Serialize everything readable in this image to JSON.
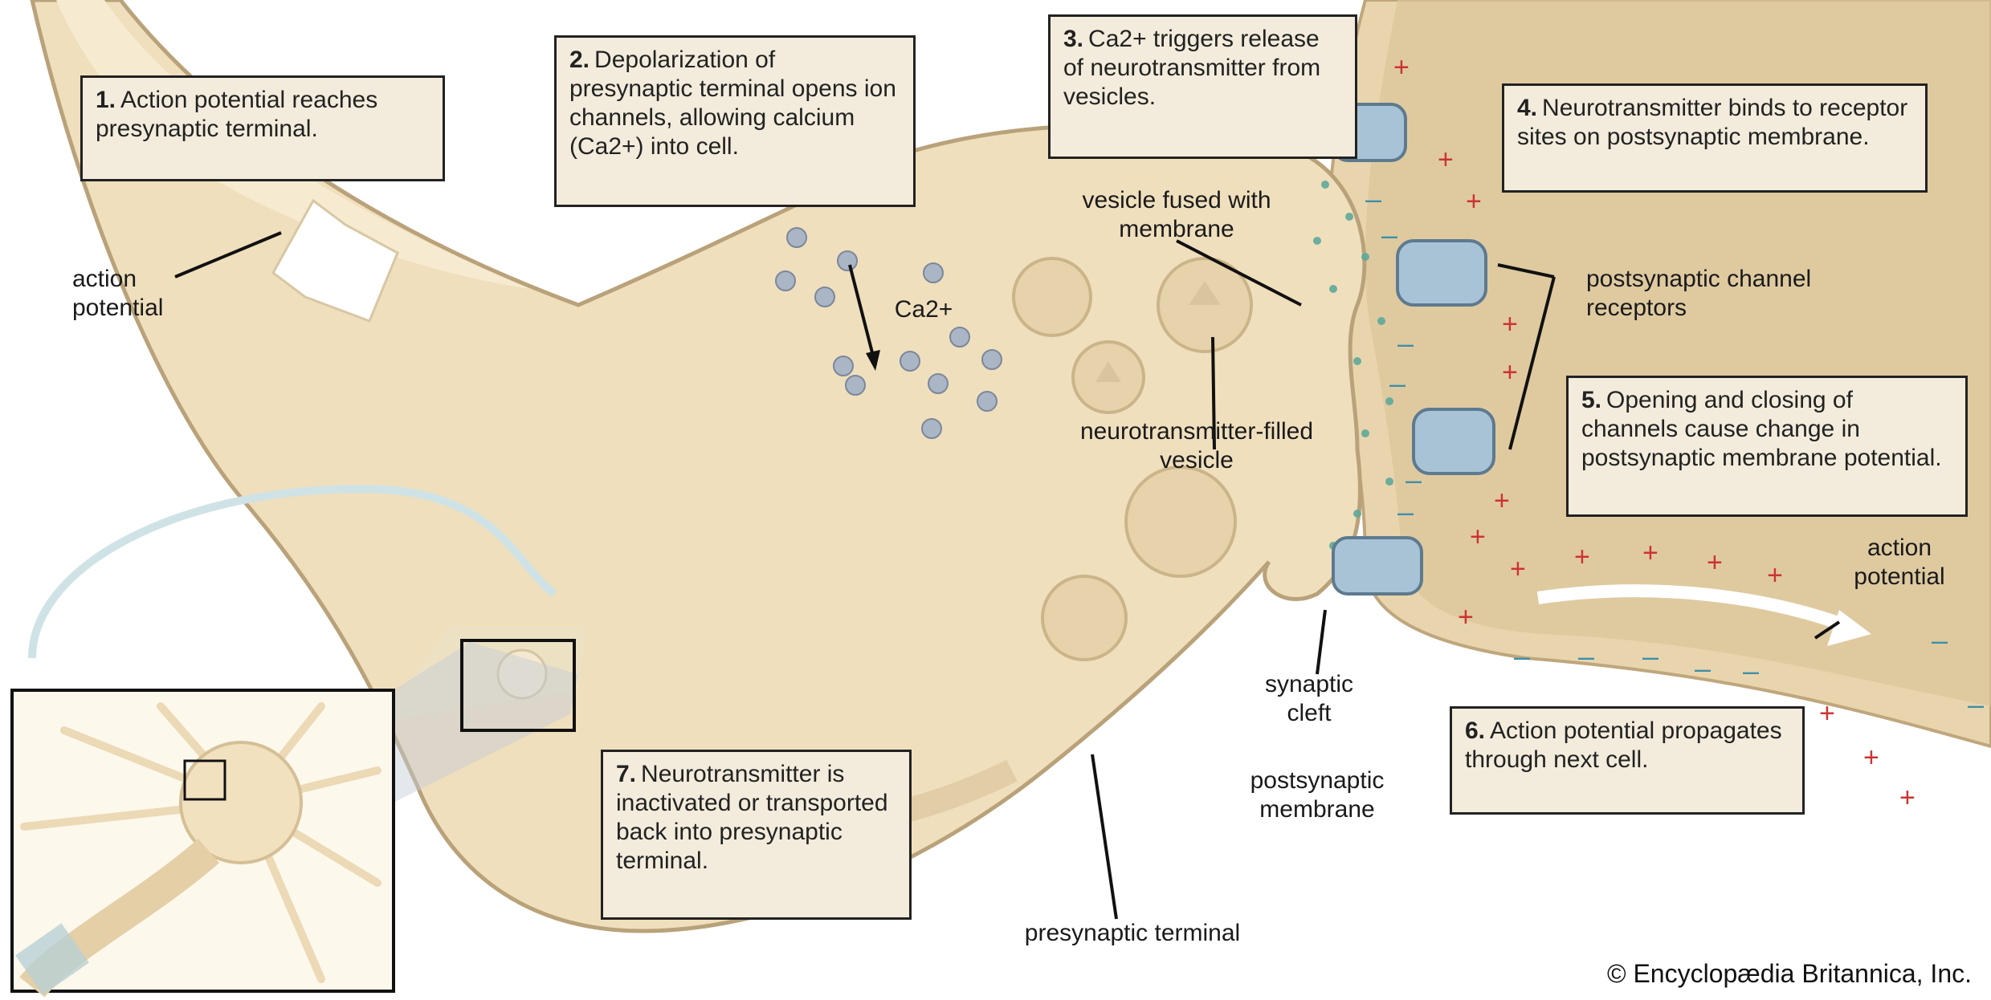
{
  "steps": [
    {
      "num": "1.",
      "text": "Action potential reaches presynaptic terminal."
    },
    {
      "num": "2.",
      "text": "Depolarization of presynaptic terminal opens ion channels, allowing calcium (Ca2+) into cell."
    },
    {
      "num": "3.",
      "text": "Ca2+ triggers release of neurotransmitter from vesicles."
    },
    {
      "num": "4.",
      "text": "Neurotransmitter binds to receptor sites on postsynaptic membrane."
    },
    {
      "num": "5.",
      "text": "Opening and closing of channels cause change in postsynaptic membrane potential."
    },
    {
      "num": "6.",
      "text": "Action potential propagates through next cell."
    },
    {
      "num": "7.",
      "text": "Neurotransmitter is inactivated or transported back into presynaptic terminal."
    }
  ],
  "labels": {
    "action_potential_left": "action potential",
    "ca": "Ca2+",
    "vesicle_fused": "vesicle fused with membrane",
    "nt_vesicle": "neurotransmitter-filled vesicle",
    "post_receptors": "postsynaptic channel receptors",
    "action_potential_right": "action potential",
    "synaptic_cleft": "synaptic cleft",
    "post_membrane": "postsynaptic membrane",
    "pre_terminal": "presynaptic terminal"
  },
  "credit": "© Encyclopædia Britannica, Inc.",
  "colors": {
    "tissue": "#efdfbd",
    "tissue_dark": "#d8c297",
    "outline": "#b9a27a",
    "ion": "#a9b4c4",
    "channel": "#a8c3d6",
    "plus": "#cc3333",
    "minus": "#3e8fa8"
  }
}
